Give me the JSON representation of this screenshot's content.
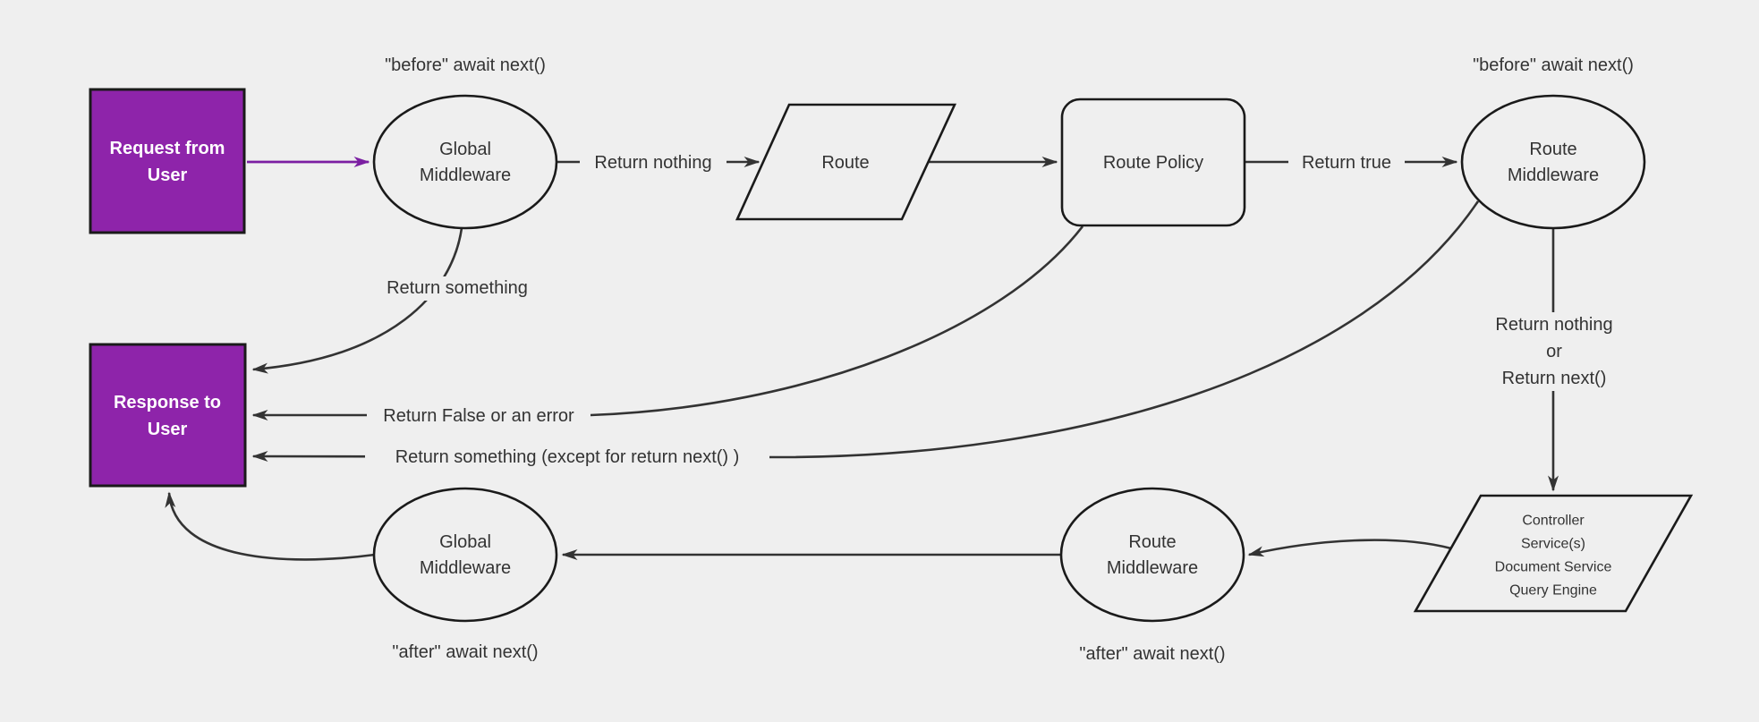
{
  "diagram": {
    "title": "middleware-request-response-flow",
    "colors": {
      "background": "#efefef",
      "node_fill_purple": "#8e24aa",
      "purple_arrow": "#7b1fa2",
      "edge_stroke": "#333333",
      "shape_stroke": "#1a1a1a",
      "text": "#333333",
      "text_on_purple": "#ffffff"
    },
    "nodes": {
      "request": {
        "shape": "rectangle",
        "lines": [
          "Request from",
          "User"
        ]
      },
      "global_middleware_top": {
        "shape": "ellipse",
        "lines": [
          "Global",
          "Middleware"
        ]
      },
      "route": {
        "shape": "parallelogram",
        "label": "Route"
      },
      "route_policy": {
        "shape": "rounded-rectangle",
        "label": "Route Policy"
      },
      "route_middleware_top": {
        "shape": "ellipse",
        "lines": [
          "Route",
          "Middleware"
        ]
      },
      "response": {
        "shape": "rectangle",
        "lines": [
          "Response to",
          "User"
        ]
      },
      "controller": {
        "shape": "parallelogram",
        "lines": [
          "Controller",
          "Service(s)",
          "Document Service",
          "Query Engine"
        ]
      },
      "route_middleware_bottom": {
        "shape": "ellipse",
        "lines": [
          "Route",
          "Middleware"
        ]
      },
      "global_middleware_bottom": {
        "shape": "ellipse",
        "lines": [
          "Global",
          "Middleware"
        ]
      }
    },
    "annotations": {
      "before_global": "\"before\" await next()",
      "before_route": "\"before\" await next()",
      "after_route": "\"after\" await next()",
      "after_global": "\"after\" await next()"
    },
    "edge_labels": {
      "return_nothing": "Return nothing",
      "return_true": "Return true",
      "return_something": "Return something",
      "return_false": "Return False or an error",
      "return_something_except": "Return something (except for return next() )",
      "return_nothing_or": {
        "line1": "Return nothing",
        "line2": "or",
        "line3": "Return next()"
      }
    },
    "edges": [
      {
        "from": "request",
        "to": "global_middleware_top",
        "label": "",
        "style": "purple"
      },
      {
        "from": "global_middleware_top",
        "to": "route",
        "label": "Return nothing",
        "style": "dark"
      },
      {
        "from": "route",
        "to": "route_policy",
        "label": "",
        "style": "dark"
      },
      {
        "from": "route_policy",
        "to": "route_middleware_top",
        "label": "Return true",
        "style": "dark"
      },
      {
        "from": "route_middleware_top",
        "to": "controller",
        "label": "Return nothing or Return next()",
        "style": "dark"
      },
      {
        "from": "global_middleware_top",
        "to": "response",
        "label": "Return something",
        "style": "dark"
      },
      {
        "from": "route_policy",
        "to": "response",
        "label": "Return False or an error",
        "style": "dark"
      },
      {
        "from": "route_middleware_top",
        "to": "response",
        "label": "Return something (except for return next() )",
        "style": "dark"
      },
      {
        "from": "controller",
        "to": "route_middleware_bottom",
        "label": "",
        "style": "dark"
      },
      {
        "from": "route_middleware_bottom",
        "to": "global_middleware_bottom",
        "label": "",
        "style": "dark"
      },
      {
        "from": "global_middleware_bottom",
        "to": "response",
        "label": "",
        "style": "dark"
      }
    ]
  }
}
